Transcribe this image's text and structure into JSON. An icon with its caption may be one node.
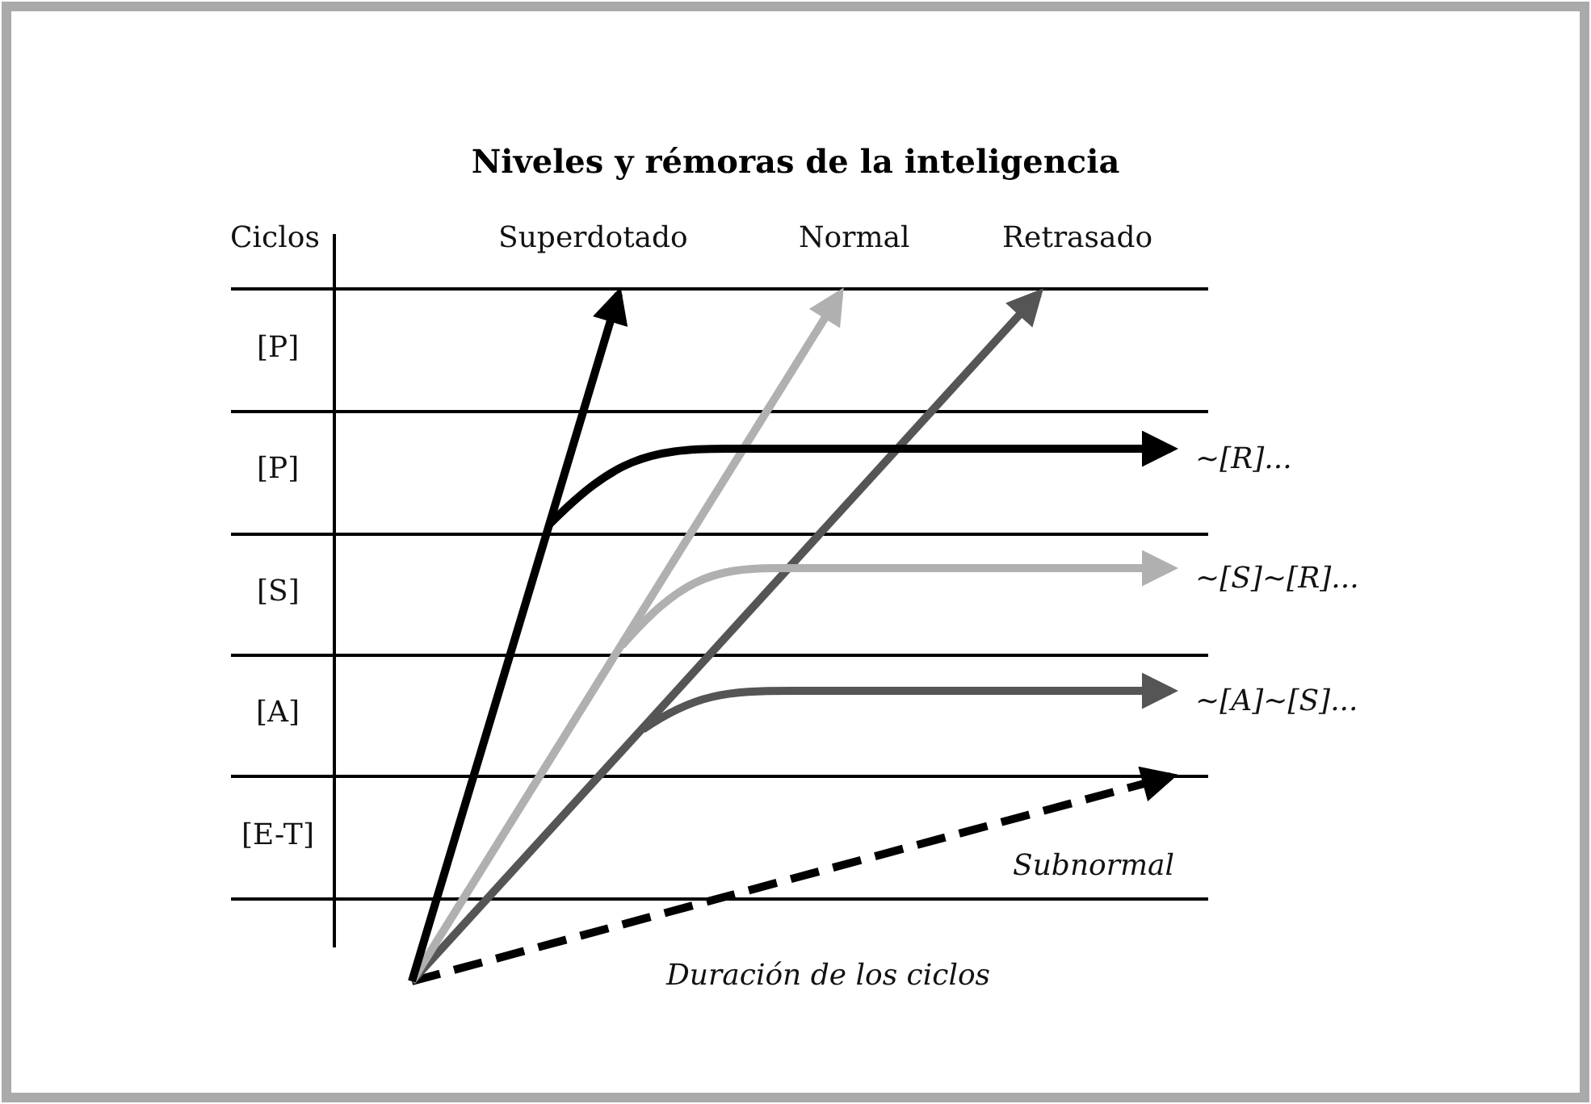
{
  "diagram": {
    "title": "Niveles y rémoras de la inteligencia",
    "labels": [
      "Ciclos",
      "Superdotado",
      "Normal",
      "Retrasado",
      "[P]",
      "[P]",
      "~[R]...",
      "[S]",
      "~[S]~[R]...",
      "[A]",
      "~[A]~[S]...",
      "[E-T]",
      "Subnormal",
      "Duración de los ciclos"
    ]
  }
}
